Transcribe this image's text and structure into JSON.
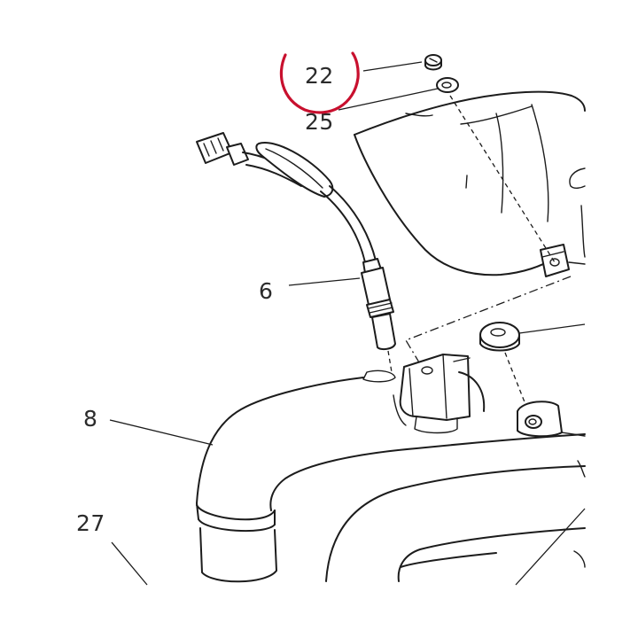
{
  "diagram": {
    "callouts": {
      "c22": "22",
      "c25": "25",
      "c6": "6",
      "c8": "8",
      "c27": "27"
    },
    "highlight_color": "#c8102e",
    "line_color": "#1c1c1c",
    "background_color": "#ffffff"
  }
}
